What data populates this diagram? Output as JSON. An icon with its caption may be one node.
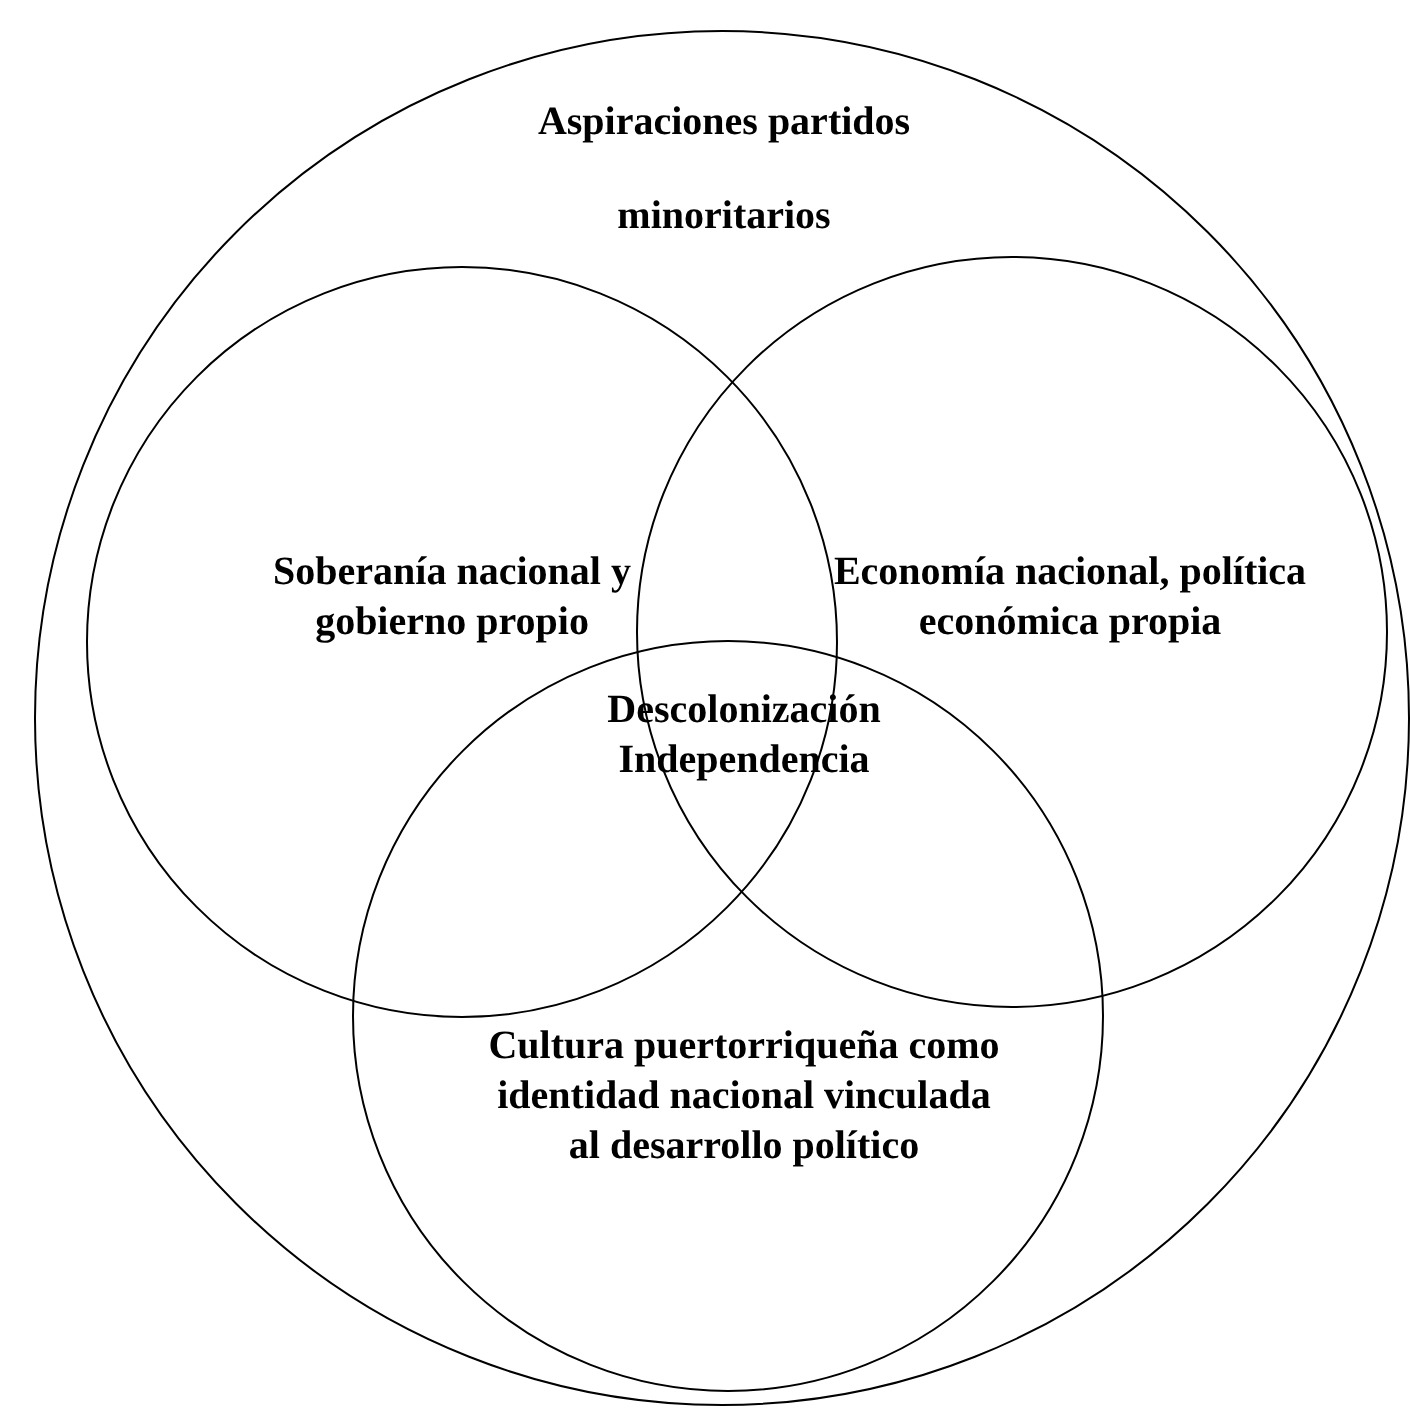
{
  "diagram": {
    "nodes": [
      {
        "text": [
          "Aspiraciones partidos minoritarios"
        ]
      },
      {
        "text": [
          "Soberanía nacional y gobierno propio"
        ],
        "in": 0
      },
      {
        "text": [
          "Economía nacional, política económica propia"
        ],
        "in": 0
      },
      {
        "text": [
          "Cultura puertorriqueña como identidad nacional vinculada al desarrollo político"
        ],
        "in": 0
      }
    ],
    "labels": [
      "Descolonización Independencia"
    ]
  }
}
